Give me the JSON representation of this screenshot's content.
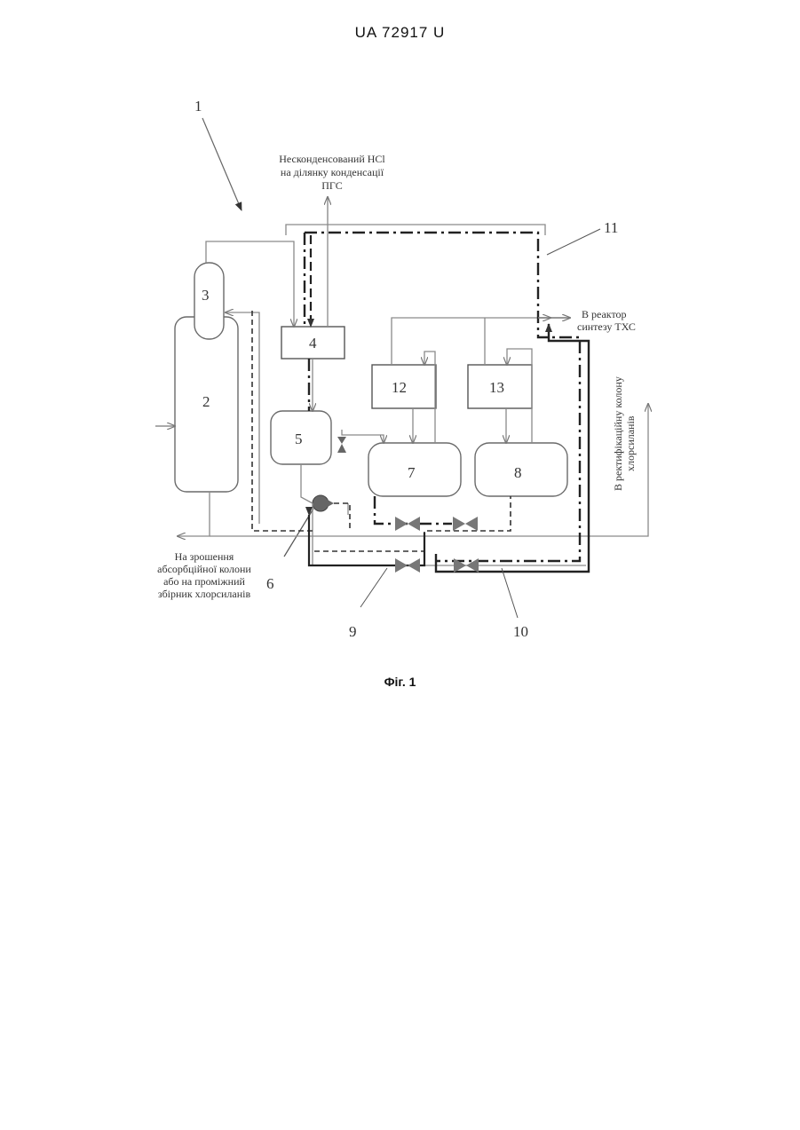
{
  "header": {
    "doc_id": "UA   72917   U"
  },
  "figure": {
    "caption": "Фіг. 1",
    "pointer_label": "1",
    "units": {
      "u2": "2",
      "u3": "3",
      "u4": "4",
      "u5": "5",
      "u6": "6",
      "u7": "7",
      "u8": "8",
      "u12": "12",
      "u13": "13"
    },
    "line_labels": {
      "l9": "9",
      "l10": "10",
      "l11": "11"
    },
    "annotations": {
      "top_line1": "Несконденсований HCl",
      "top_line2": "на ділянку конденсації",
      "top_line3": "ПГС",
      "reactor_line1": "В реактор",
      "reactor_line2": "синтезу ТХС",
      "rect_line1": "В ректифікаційну колону",
      "rect_line2": "хлорсиланів",
      "bottom_line1": "На зрошення",
      "bottom_line2": "абсорбційної колони",
      "bottom_line3": "або на проміжний",
      "bottom_line4": "збірник хлорсиланів"
    }
  }
}
